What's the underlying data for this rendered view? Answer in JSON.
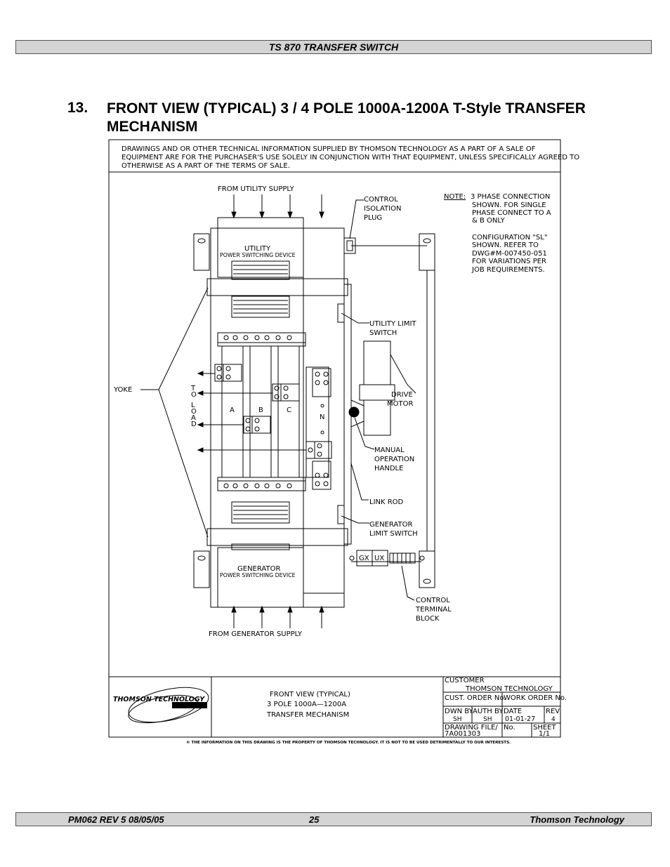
{
  "header": {
    "title": "TS 870 TRANSFER  SWITCH"
  },
  "section": {
    "number": "13.",
    "title": "FRONT VIEW (TYPICAL) 3 / 4 POLE 1000A-1200A T-Style TRANSFER MECHANISM"
  },
  "drawing": {
    "disclaimer_lines": [
      "DRAWINGS AND OR OTHER TECHNICAL INFORMATION SUPPLIED BY THOMSON TECHNOLOGY AS A PART OF A SALE OF",
      "EQUIPMENT ARE FOR THE PURCHASER'S USE SOLELY IN CONJUNCTION WITH THAT EQUIPMENT, UNLESS SPECIFICALLY AGREED TO",
      "OTHERWISE AS A PART OF THE TERMS OF SALE."
    ],
    "from_utility": "FROM UTILITY SUPPLY",
    "from_generator": "FROM GENERATOR SUPPLY",
    "utility_device": [
      "UTILITY",
      "POWER SWITCHING DEVICE"
    ],
    "generator_device": [
      "GENERATOR",
      "POWER SWITCHING DEVICE"
    ],
    "yoke": "YOKE",
    "to_load": [
      "T",
      "O",
      "",
      "L",
      "O",
      "A",
      "D"
    ],
    "phases": [
      "A",
      "B",
      "C"
    ],
    "neutral": "N",
    "callouts": {
      "control_isolation_plug": [
        "CONTROL",
        "ISOLATION",
        "PLUG"
      ],
      "utility_limit_switch": [
        "UTILITY  LIMIT",
        "SWITCH"
      ],
      "drive_motor": [
        "DRIVE",
        "MOTOR"
      ],
      "manual_operation_handle": [
        "MANUAL",
        "OPERATION",
        "HANDLE"
      ],
      "link_rod": "LINK ROD",
      "generator_limit_switch": [
        "GENERATOR",
        "LIMIT  SWITCH"
      ],
      "control_terminal_block": [
        "CONTROL",
        "TERMINAL",
        "BLOCK"
      ]
    },
    "terminal_labels": [
      "GX",
      "UX"
    ],
    "note": {
      "label": "NOTE:",
      "lines": [
        "3 PHASE CONNECTION",
        "SHOWN. FOR SINGLE",
        "PHASE CONNECT TO A",
        "& B ONLY"
      ],
      "config_lines": [
        "CONFIGURATION \"SL\"",
        "SHOWN. REFER TO",
        "DWG#M-007450-051",
        "FOR VARIATIONS PER",
        "JOB REQUIREMENTS."
      ]
    },
    "title_block": {
      "logo_text": "THOMSON TECHNOLOGY",
      "title_lines": [
        "FRONT VIEW (TYPICAL)",
        "3 POLE 1000A—1200A",
        "TRANSFER MECHANISM"
      ],
      "customer_label": "CUSTOMER",
      "customer": "THOMSON TECHNOLOGY",
      "cust_order_label": "CUST. ORDER No.",
      "work_order_label": "WORK ORDER No.",
      "dwn_by_label": "DWN BY",
      "dwn_by": "SH",
      "auth_by_label": "AUTH BY",
      "auth_by": "SH",
      "date_label": "DATE",
      "date": "01-01-27",
      "rev_label": "REV",
      "rev": "4",
      "drawing_file_label": "DRAWING FILE/",
      "drawing_file": "7A001303",
      "no_label": "No.",
      "sheet_label": "SHEET",
      "sheet": "1/1"
    },
    "copyright": "© THE INFORMATION ON THIS DRAWING IS THE PROPERTY OF THOMSON TECHNOLOGY. IT IS NOT TO BE USED DETRIMENTALLY TO OUR INTERESTS."
  },
  "footer": {
    "doc_ref": "PM062  REV 5  08/05/05",
    "page": "25",
    "company": "Thomson Technology"
  }
}
